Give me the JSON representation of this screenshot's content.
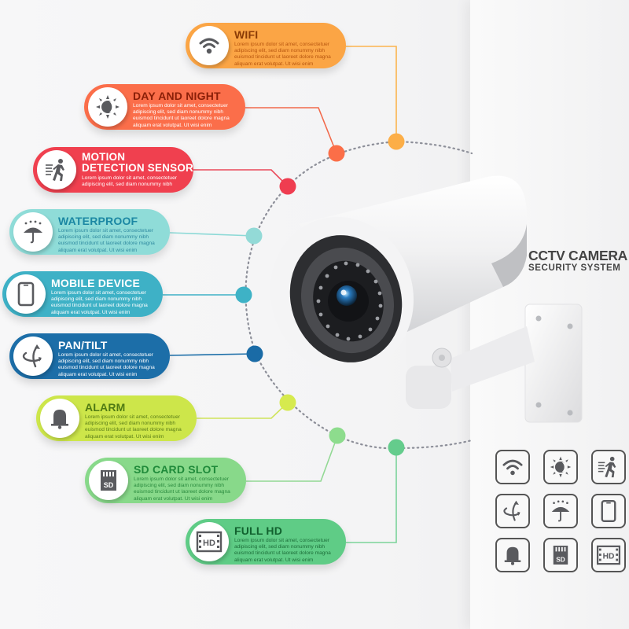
{
  "brand": {
    "title": "CCTV CAMERA",
    "subtitle": "SECURITY SYSTEM"
  },
  "features": [
    {
      "id": "wifi",
      "title": "WIFI",
      "icon": "wifi-icon",
      "color": "#fba545",
      "title_color": "#8a3b06",
      "text_color": "#b8560f",
      "desc": "Lorem ipsum dolor sit amet, consectetuer adipiscing elit, sed diam nonummy nibh euismod tincidunt ut laoreet dolore magna aliquam erat volutpat. Ut wisi enim"
    },
    {
      "id": "day-and-night",
      "title": "DAY AND NIGHT",
      "icon": "sun-moon-icon",
      "color": "#fb6e4a",
      "title_color": "#8a1f08",
      "text_color": "#ffffff",
      "desc": "Lorem ipsum dolor sit amet, consectetuer adipiscing elit, sed diam nonummy nibh euismod tincidunt ut laoreet dolore magna aliquam erat volutpat. Ut wisi enim"
    },
    {
      "id": "motion-detection-sensor",
      "title": "MOTION",
      "title2": "DETECTION SENSOR",
      "icon": "walking-person-icon",
      "color": "#f0404f",
      "title_color": "#ffffff",
      "text_color": "#ffffff",
      "desc": "Lorem ipsum dolor sit amet, consectetuer adipiscing elit, sed diam nonummy nibh"
    },
    {
      "id": "waterproof",
      "title": "WATERPROOF",
      "icon": "umbrella-rain-icon",
      "color": "#8fdcd8",
      "title_color": "#1b87a3",
      "text_color": "#2f8aa0",
      "desc": "Lorem ipsum dolor sit amet, consectetuer adipiscing elit, sed diam nonummy nibh euismod tincidunt ut laoreet dolore magna aliquam erat volutpat. Ut wisi enim"
    },
    {
      "id": "mobile-device",
      "title": "MOBILE DEVICE",
      "icon": "smartphone-icon",
      "color": "#3eb1c6",
      "title_color": "#ffffff",
      "text_color": "#ffffff",
      "desc": "Lorem ipsum dolor sit amet, consectetuer adipiscing elit, sed diam nonummy nibh euismod tincidunt ut laoreet dolore magna aliquam erat volutpat. Ut wisi enim"
    },
    {
      "id": "pan-tilt",
      "title": "PAN/TILT",
      "icon": "rotate-axis-icon",
      "color": "#1c6ea8",
      "title_color": "#ffffff",
      "text_color": "#ffffff",
      "desc": "Lorem ipsum dolor sit amet, consectetuer adipiscing elit, sed diam nonummy nibh euismod tincidunt ut laoreet dolore magna aliquam erat volutpat. Ut wisi enim"
    },
    {
      "id": "alarm",
      "title": "ALARM",
      "icon": "bell-icon",
      "color": "#cde64a",
      "title_color": "#4f7a14",
      "text_color": "#5a7d18",
      "desc": "Lorem ipsum dolor sit amet, consectetuer adipiscing elit, sed diam nonummy nibh euismod tincidunt ut laoreet dolore magna aliquam erat volutpat. Ut wisi enim"
    },
    {
      "id": "sd-card-slot",
      "title": "SD CARD SLOT",
      "icon": "sd-card-icon",
      "color": "#88d98a",
      "title_color": "#1f8a3a",
      "text_color": "#2a8a3e",
      "desc": "Lorem ipsum dolor sit amet, consectetuer adipiscing elit, sed diam nonummy nibh euismod tincidunt ut laoreet dolore magna aliquam erat volutpat. Ut wisi enim"
    },
    {
      "id": "full-hd",
      "title": "FULL HD",
      "icon": "hd-film-icon",
      "color": "#5fcc86",
      "title_color": "#11612e",
      "text_color": "#1d6f3a",
      "desc": "Lorem ipsum dolor sit amet, consectetuer adipiscing elit, sed diam nonummy nibh euismod tincidunt ut laoreet dolore magna aliquam erat volutpat. Ut wisi enim"
    }
  ],
  "icon_grid": [
    "wifi-icon",
    "sun-moon-icon",
    "walking-person-icon",
    "rotate-axis-icon",
    "umbrella-rain-icon",
    "smartphone-icon",
    "bell-icon",
    "sd-card-icon",
    "hd-film-icon"
  ],
  "icon_labels": {
    "sd": "SD",
    "hd": "HD"
  }
}
